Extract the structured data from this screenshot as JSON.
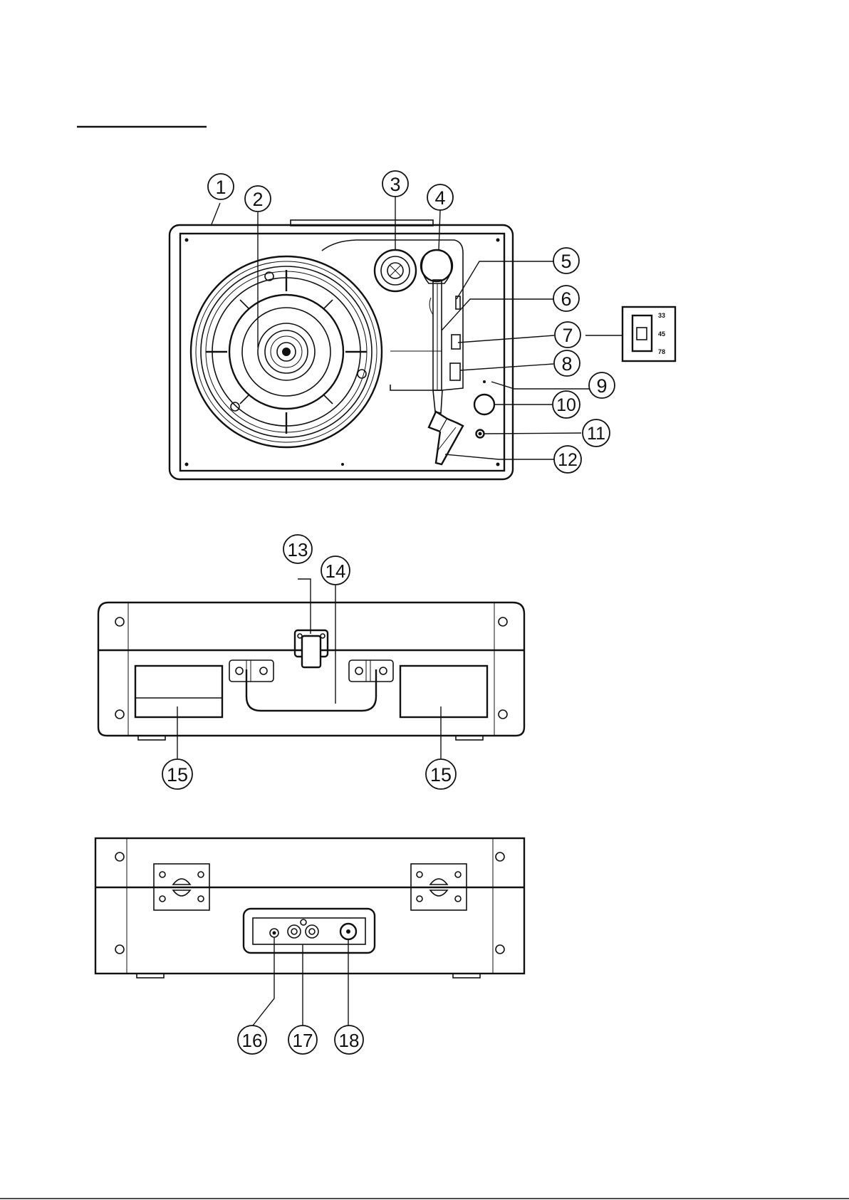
{
  "figure": {
    "heading": "",
    "speed_selector": {
      "options": [
        "33",
        "45",
        "78"
      ]
    },
    "callouts": [
      "1",
      "2",
      "3",
      "4",
      "5",
      "6",
      "7",
      "8",
      "9",
      "10",
      "11",
      "12",
      "13",
      "14",
      "15",
      "15",
      "16",
      "17",
      "18"
    ]
  }
}
